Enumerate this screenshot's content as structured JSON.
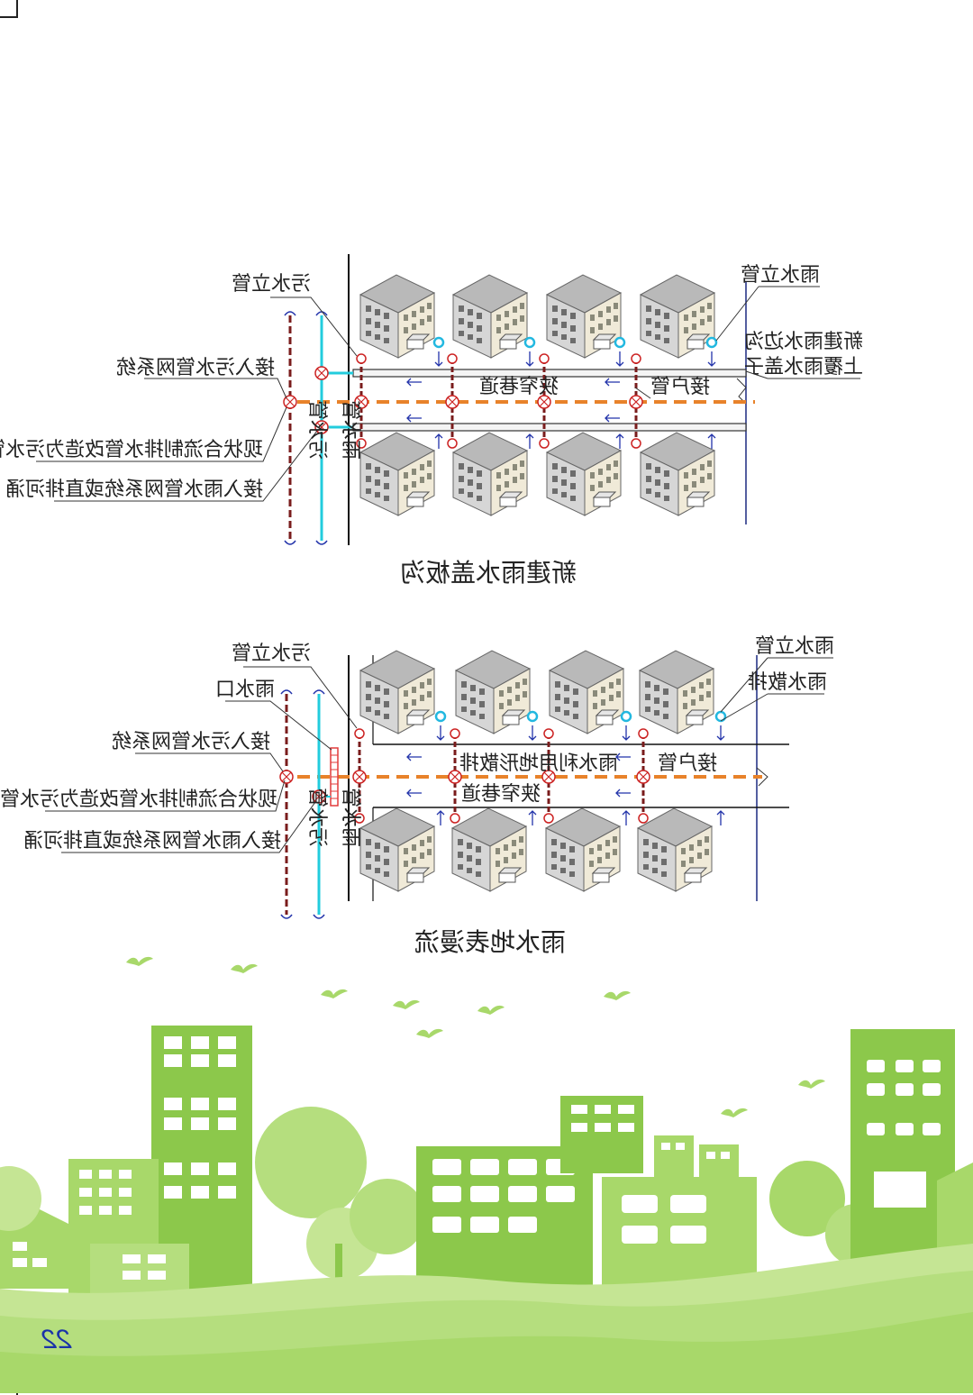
{
  "page": {
    "number": "22"
  },
  "colors": {
    "sewage_pipe": "#7a1c1c",
    "rain_pipe": "#22ccdd",
    "combined_pipe": "#e8822a",
    "arrow": "#2233aa",
    "label": "#222222",
    "green_light": "#a8d86a",
    "green_mid": "#8cc84b",
    "green_dark": "#6fb83a"
  },
  "diagram1": {
    "caption": "新建雨水盖板沟",
    "labels": {
      "sewage_riser": "污水立管",
      "to_sewage_network": "接入污水管网系统",
      "existing_combined_pipe": "现状合流制排水管改造为污水管",
      "to_rain_network": "接入雨水管网系统或直排河涌",
      "rain_riser": "雨水立管",
      "new_cover_ditch_line1": "新建雨水边沟",
      "new_cover_ditch_line2": "上覆雨水盖子",
      "narrow_lane": "狭窄巷道",
      "house_connection": "接户管",
      "rain_pipe_vertical": "雨水管",
      "sewage_pipe_vertical": "污水管"
    }
  },
  "diagram2": {
    "caption": "雨水地表漫流",
    "labels": {
      "sewage_riser": "污水立管",
      "rain_inlet": "雨水口",
      "to_sewage_network": "接入污水管网系统",
      "existing_combined_pipe": "现状合流制排水管改造为污水管",
      "to_rain_network": "接入雨水管网系统或直排河涌",
      "rain_riser": "雨水立管",
      "rain_dispersed": "雨水散排",
      "surface_drainage": "雨水利用地形散排",
      "narrow_lane": "狭窄巷道",
      "house_connection": "接户管",
      "rain_pipe_vertical": "雨水管",
      "sewage_pipe_vertical": "污水管"
    }
  },
  "icons": [
    "building-icon",
    "bird-icon",
    "tree-icon",
    "valve-icon",
    "riser-icon",
    "flow-arrow-icon"
  ]
}
